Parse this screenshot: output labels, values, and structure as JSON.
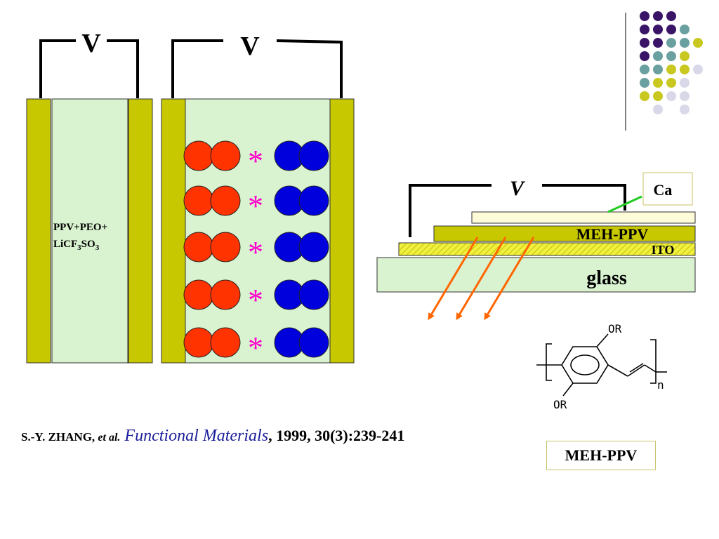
{
  "cell_left": {
    "voltage_label": "V",
    "composition_line1": "PPV+PEO+",
    "composition_line2_base": "LiCF",
    "composition_sub1": "3",
    "composition_mid": "SO",
    "composition_sub2": "3"
  },
  "cell_right": {
    "voltage_label": "V",
    "star_symbol": "*"
  },
  "device": {
    "voltage_label": "V",
    "cathode_label": "Ca",
    "emitter_label": "MEH-PPV",
    "anode_label": "ITO",
    "substrate_label": "glass"
  },
  "molecule": {
    "substituent_top": "OR",
    "substituent_bottom": "OR",
    "repeat_subscript": "n"
  },
  "citation": {
    "author": "S.-Y. ZHANG, ",
    "etal": "et al.",
    "journal": " Functional Materials",
    "ref": ", 1999, 30(3):239-241"
  },
  "caption_box": "MEH-PPV",
  "colors": {
    "electrode": "#c8c800",
    "electrolyte": "#d9f2d0",
    "cation": "#ff3300",
    "anion": "#0000dd",
    "star": "#ff00cc",
    "emission": "#ff6600",
    "ca_leader": "#22cc22",
    "ito": "#f0f040",
    "substrate": "#d9f2d0"
  },
  "decor_dots": {
    "palette": [
      "#3a1466",
      "#6aa0a0",
      "#c8c820",
      "#d8d8e8"
    ]
  }
}
